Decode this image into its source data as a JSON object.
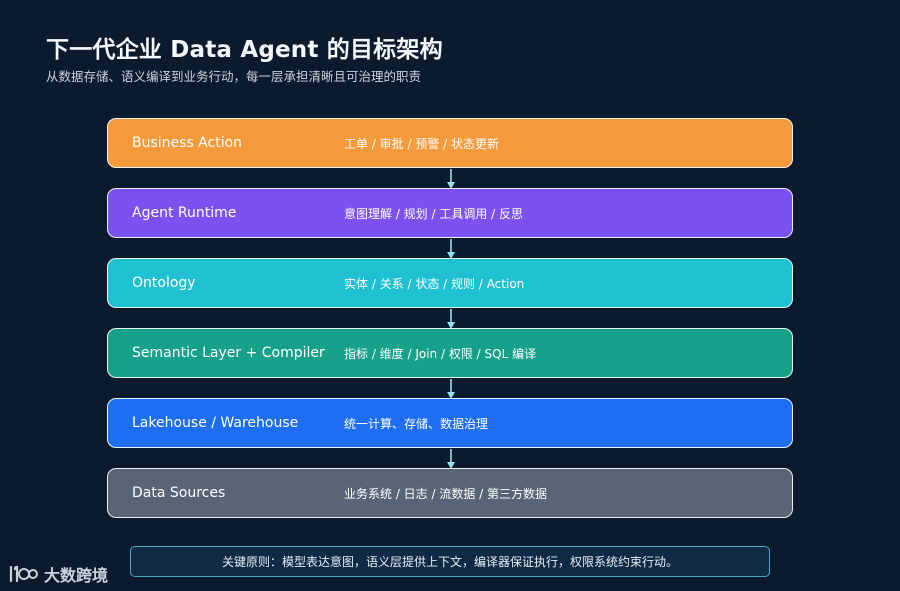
{
  "header": {
    "title": "下一代企业 Data Agent 的目标架构",
    "subtitle": "从数据存储、语义编译到业务行动，每一层承担清晰且可治理的职责"
  },
  "layers": [
    {
      "name": "Business Action",
      "desc": "工单 / 审批 / 预警 / 状态更新",
      "color": "#f59a3b"
    },
    {
      "name": "Agent Runtime",
      "desc": "意图理解 / 规划 / 工具调用 / 反思",
      "color": "#7b52f0"
    },
    {
      "name": "Ontology",
      "desc": "实体 / 关系 / 状态 / 规则 / Action",
      "color": "#1fc0d2"
    },
    {
      "name": "Semantic Layer + Compiler",
      "desc": "指标 / 维度 / Join / 权限 / SQL 编译",
      "color": "#17a08a"
    },
    {
      "name": "Lakehouse / Warehouse",
      "desc": "统一计算、存储、数据治理",
      "color": "#1e6ef2"
    },
    {
      "name": "Data Sources",
      "desc": "业务系统 / 日志 / 流数据 / 第三方数据",
      "color": "#586576"
    }
  ],
  "arrow_color": "#8fe3ef",
  "principle": {
    "text": "关键原则：模型表达意图，语义层提供上下文，编译器保证执行，权限系统约束行动。"
  },
  "watermark": {
    "text": "大数跨境",
    "icon": "dashuju-logo-icon"
  }
}
